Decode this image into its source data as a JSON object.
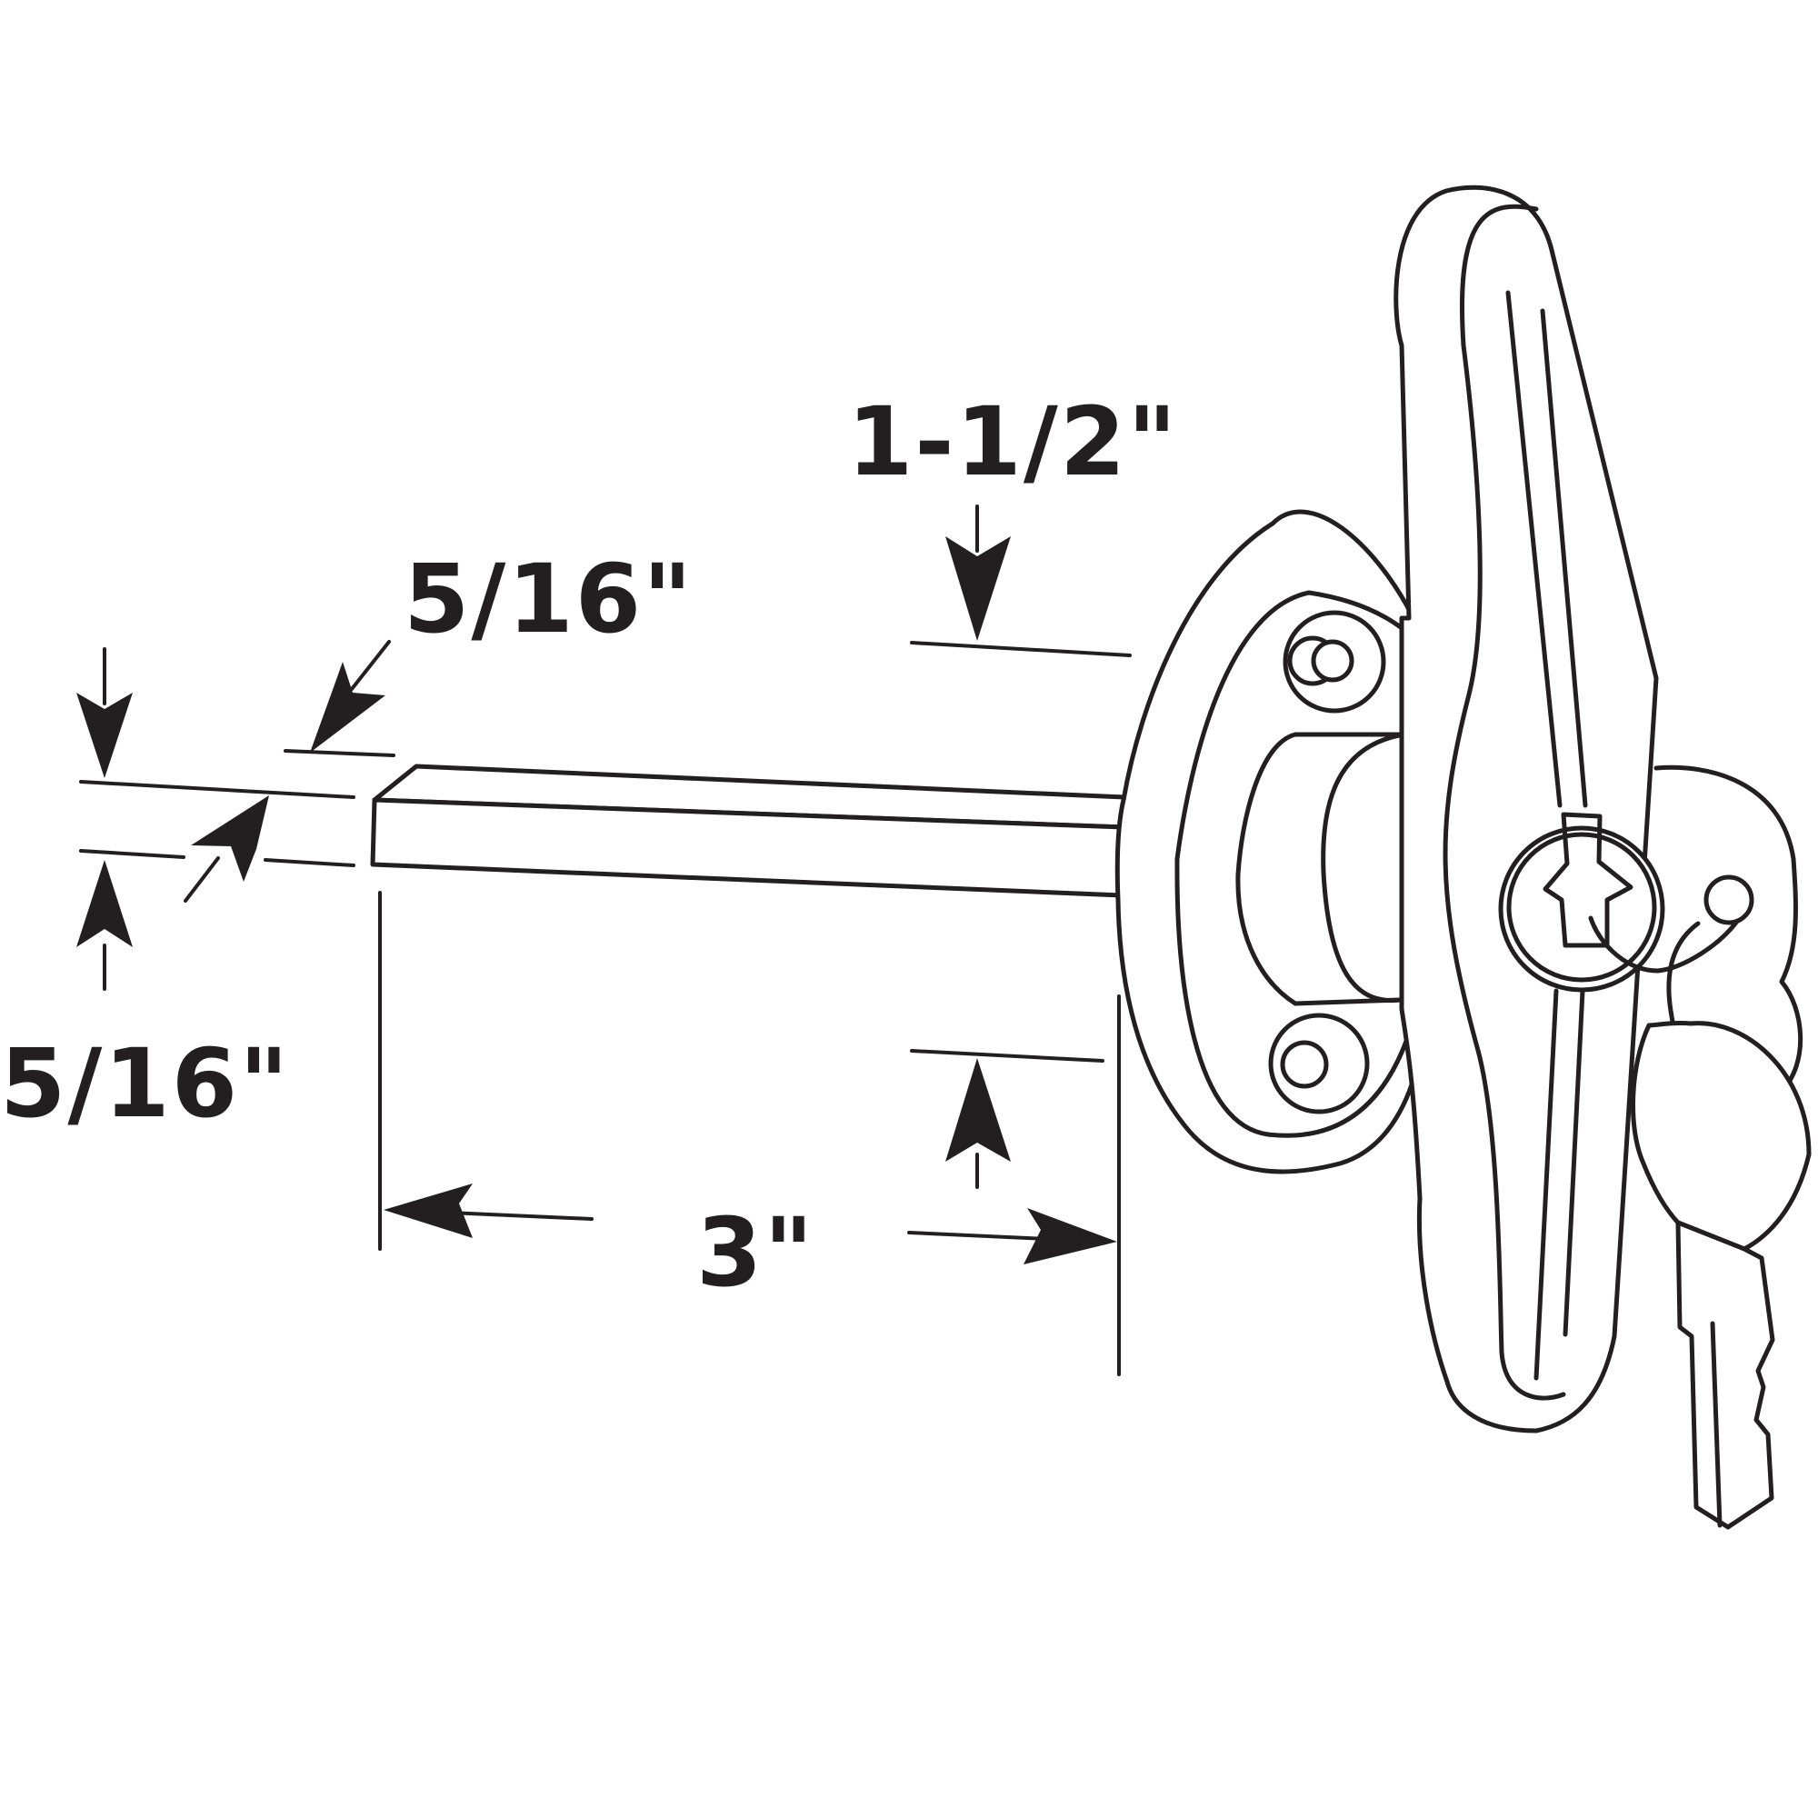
{
  "dimensions": {
    "stem_length": "3\"",
    "stem_width": "5/16\"",
    "stem_thickness": "5/16\"",
    "mount_offset": "1-1/2\""
  },
  "colors": {
    "line": "#231f20",
    "background": "#ffffff"
  }
}
